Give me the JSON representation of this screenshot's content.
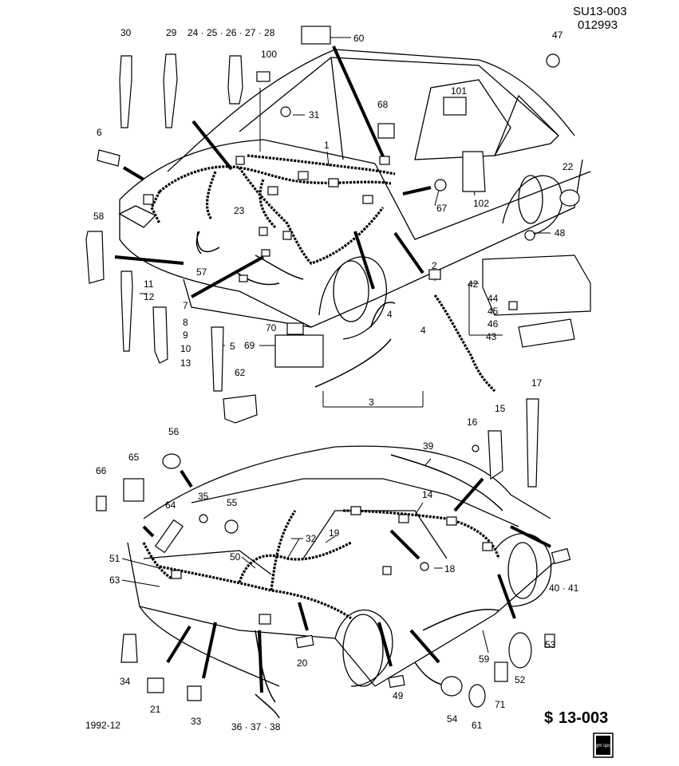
{
  "header": {
    "code": "SU13-003",
    "number": "012993"
  },
  "footer": {
    "date": "1992-12",
    "section_code": "13-003",
    "logo_text": "gm spo"
  },
  "callouts": {
    "c1": "1",
    "c2": "2",
    "c3": "3",
    "c4a": "4",
    "c4b": "4",
    "c5": "5",
    "c6": "6",
    "c7": "7",
    "c8": "8",
    "c9": "9",
    "c10": "10",
    "c13": "13",
    "c11": "11",
    "c12": "12",
    "c14": "14",
    "c15": "15",
    "c16": "16",
    "c17": "17",
    "c18": "18",
    "c19": "19",
    "c20": "20",
    "c21": "21",
    "c22": "22",
    "c23": "23",
    "c24": "24 · 25 · 26 · 27 · 28",
    "c29": "29",
    "c30": "30",
    "c31": "31",
    "c32": "32",
    "c33": "33",
    "c34": "34",
    "c35": "35",
    "c36": "36 · 37 · 38",
    "c39": "39",
    "c40": "40 · 41",
    "c42": "42",
    "c43": "43",
    "c44": "44",
    "c45": "45",
    "c46": "46",
    "c47": "47",
    "c48": "48",
    "c49": "49",
    "c50": "50",
    "c51": "51",
    "c52": "52",
    "c53": "53",
    "c54": "54",
    "c55": "55",
    "c56": "56",
    "c57": "57",
    "c58": "58",
    "c59": "59",
    "c60": "60",
    "c61": "61",
    "c62": "62",
    "c63": "63",
    "c64": "64",
    "c65": "65",
    "c66": "66",
    "c67": "67",
    "c68": "68",
    "c69": "69",
    "c70": "70",
    "c71": "71",
    "c100": "100",
    "c101": "101",
    "c102": "102"
  },
  "colors": {
    "ink": "#000000",
    "paper": "#ffffff"
  }
}
